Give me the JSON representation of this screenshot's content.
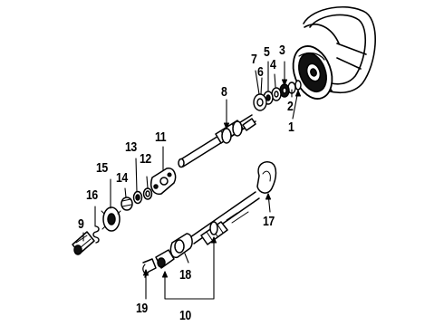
{
  "callouts": [
    "1",
    "2",
    "3",
    "4",
    "5",
    "6",
    "7",
    "8",
    "9",
    "10",
    "11",
    "12",
    "13",
    "14",
    "15",
    "16",
    "17",
    "18",
    "19"
  ],
  "colors": {
    "ink": "#000000",
    "paper": "#ffffff"
  }
}
